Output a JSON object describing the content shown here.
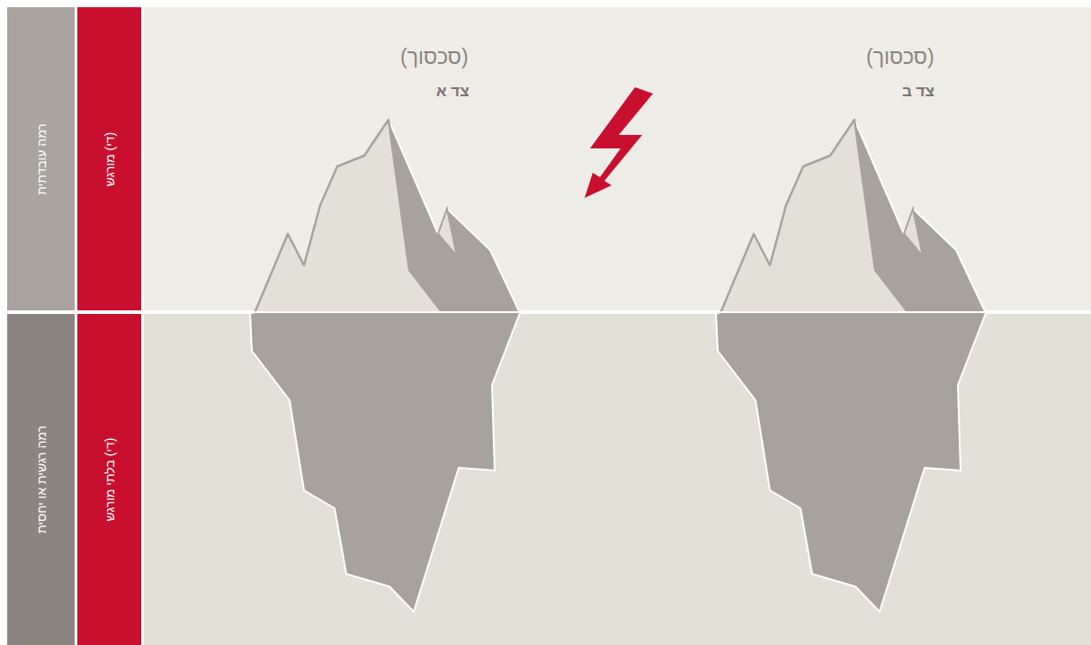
{
  "diagram": {
    "nodes": [
      {
        "text": [
          "רמה עובדתית"
        ]
      },
      {
        "text": [
          "(די) מורגש"
        ]
      },
      {
        "text": [
          "רמה רגשית או יחסית"
        ]
      },
      {
        "text": [
          "(די) בלתי מורגש"
        ]
      },
      {
        "text": [
          "(סכסוך)",
          "צד א"
        ]
      },
      {
        "text": [
          "(סכסוך)",
          "צד ב"
        ]
      }
    ]
  }
}
